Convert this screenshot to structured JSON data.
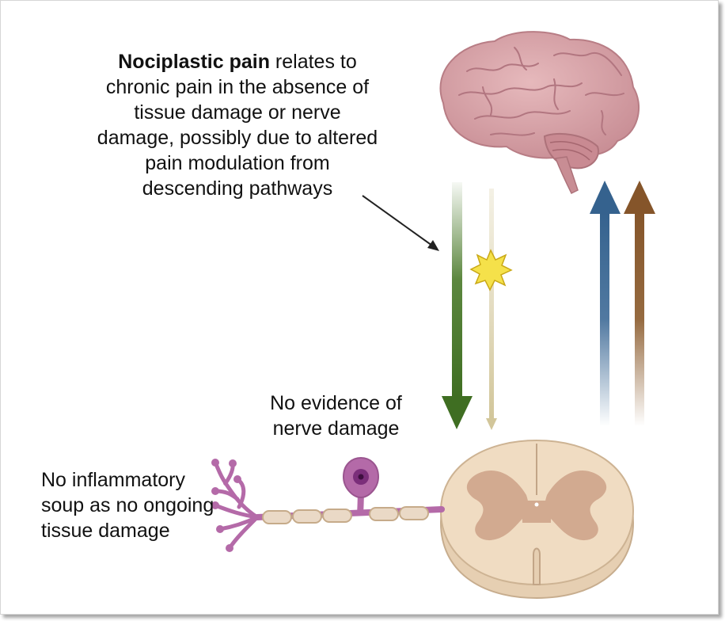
{
  "figure": {
    "caption_main": {
      "bold": "Nociplastic pain",
      "rest": " relates to chronic pain in the absence of tissue damage or nerve damage, possibly due to altered pain modulation from descending pathways"
    },
    "caption_nerve": "No evidence of nerve damage",
    "caption_soup": "No inflammatory soup as no ongoing tissue damage"
  },
  "colors": {
    "descending_arrow": "#4a7a2a",
    "faint_arrow": "#d9cfa8",
    "ascending_blue": "#3d6a96",
    "ascending_brown": "#8a5a2b",
    "brain": "#d7a3a8",
    "spinal_outer": "#f0dcc2",
    "spinal_grey": "#d2aa90",
    "neuron": "#b46aa8",
    "spark": "#f5e14a"
  },
  "icons": [
    "brain-icon",
    "spinal-cord-icon",
    "neuron-icon",
    "spark-icon"
  ]
}
